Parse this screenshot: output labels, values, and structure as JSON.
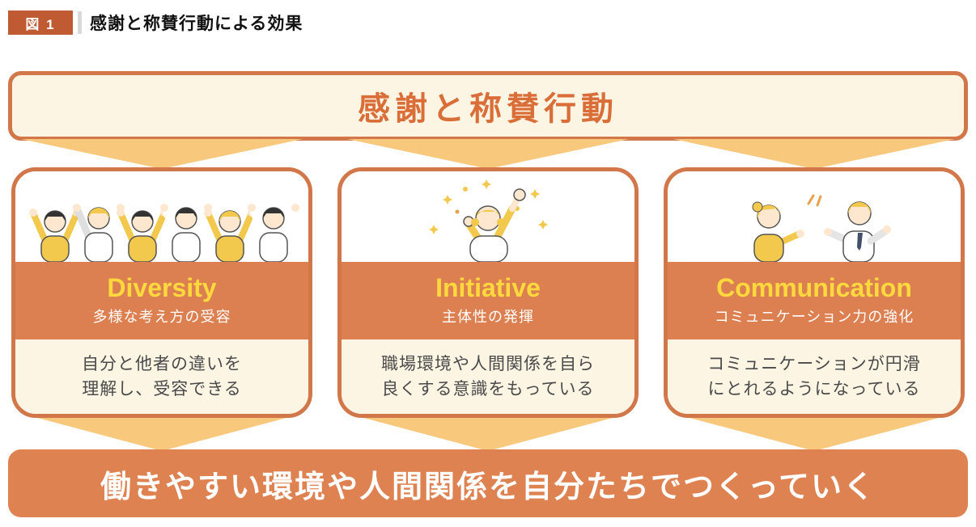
{
  "header": {
    "badge": "図 1",
    "title": "感謝と称賛行動による効果"
  },
  "top_banner": {
    "text": "感謝と称賛行動"
  },
  "cards": [
    {
      "title": "Diversity",
      "subtitle": "多様な考え方の受容",
      "desc_lines": [
        "自分と他者の違いを",
        "理解し、受容できる"
      ],
      "illustration": "people-cheering-group-icon"
    },
    {
      "title": "Initiative",
      "subtitle": "主体性の発揮",
      "desc_lines": [
        "職場環境や人間関係を自ら",
        "良くする意識をもっている"
      ],
      "illustration": "woman-fist-raised-icon"
    },
    {
      "title": "Communication",
      "subtitle": "コミュニケーション力の強化",
      "desc_lines": [
        "コミュニケーションが円滑",
        "にとれるようになっている"
      ],
      "illustration": "two-people-talking-icon"
    }
  ],
  "bottom_banner": {
    "text": "働きやすい環境や人間関係を自分たちでつくっていく"
  },
  "colors": {
    "border_orange": "#d2774a",
    "band_orange": "#dd8051",
    "bottom_banner_orange": "#df8252",
    "cream": "#fcf5e4",
    "arrow_light_orange": "#f8c87c",
    "card_title_yellow": "#ffd83e",
    "top_banner_text_orange": "#d96e38",
    "badge_brown": "#c05a33",
    "illustration_yellow": "#f2c94c"
  }
}
